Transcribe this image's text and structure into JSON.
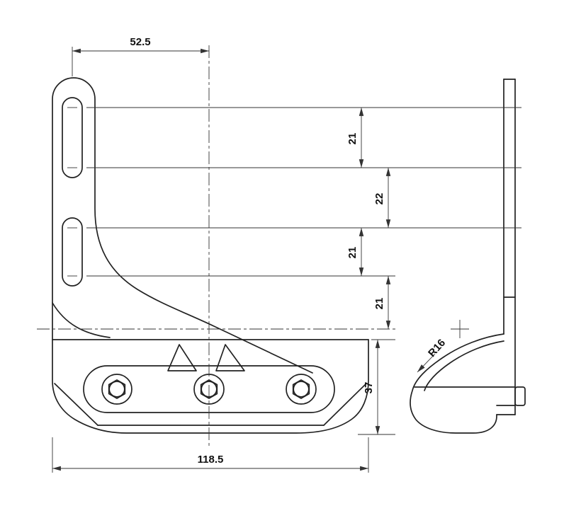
{
  "dims": {
    "top_width": "52.5",
    "v1": "21",
    "v2": "22",
    "v3": "21",
    "v4": "21",
    "base_height": "37",
    "overall_width": "118.5",
    "radius": "R16"
  }
}
